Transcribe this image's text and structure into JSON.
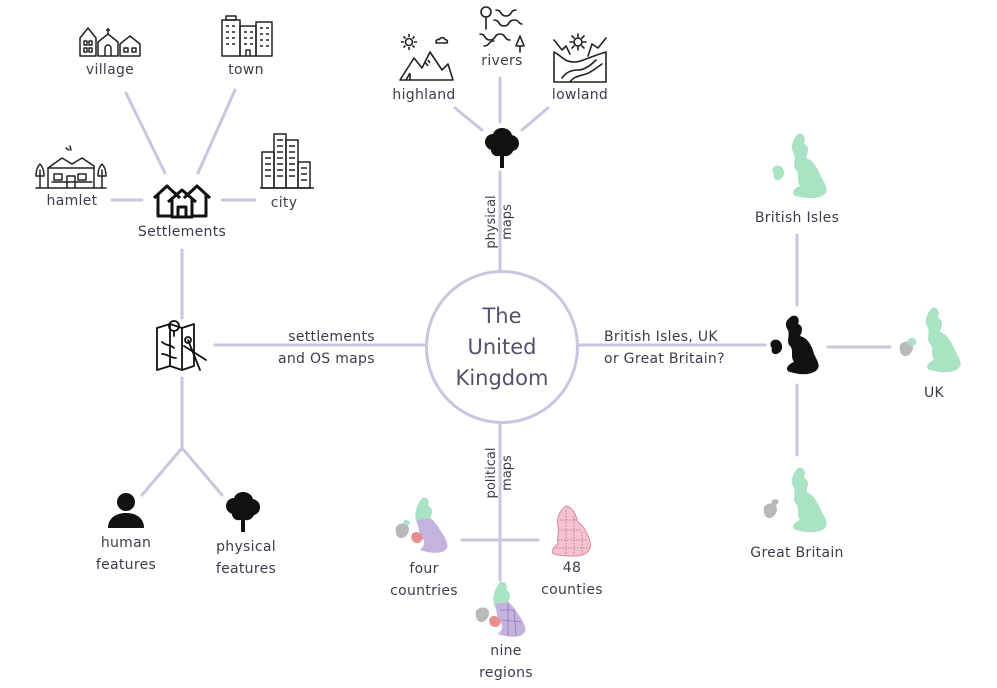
{
  "hub": {
    "title": "The\nUnited\nKingdom"
  },
  "branches": {
    "physical": "physical\nmaps",
    "political": "political\nmaps",
    "settlements_os": "settlements\nand OS maps",
    "identity": "British Isles, UK\nor Great Britain?"
  },
  "physical": {
    "highland": "highland",
    "rivers": "rivers",
    "lowland": "lowland"
  },
  "settlements": {
    "root": "Settlements",
    "village": "village",
    "town": "town",
    "hamlet": "hamlet",
    "city": "city"
  },
  "os_maps": {
    "human": "human\nfeatures",
    "physical": "physical\nfeatures"
  },
  "political": {
    "four_countries": "four\ncountries",
    "counties": "48\ncounties",
    "regions": "nine\nregions"
  },
  "identity": {
    "british_isles": "British Isles",
    "uk": "UK",
    "great_britain": "Great Britain"
  },
  "colors": {
    "connector": "#c9c6df",
    "highlight_green": "#a9e3c4",
    "grey_land": "#b9b9b9",
    "england_purple": "#c4b3dd",
    "wales_red": "#e98f8f",
    "county_pink": "#f3c3cf",
    "icon_dark": "#111111"
  },
  "icons": [
    "tree-icon",
    "mountain-sun-icon",
    "river-icon",
    "valley-icon",
    "houses-icon",
    "village-icon",
    "town-building-icon",
    "hamlet-icon",
    "city-skyline-icon",
    "map-pin-compass-icon",
    "person-icon",
    "uk-map-dark-icon",
    "map-british-isles-icon",
    "map-uk-icon",
    "map-great-britain-icon",
    "map-four-countries-icon",
    "map-counties-icon",
    "map-nine-regions-icon"
  ]
}
